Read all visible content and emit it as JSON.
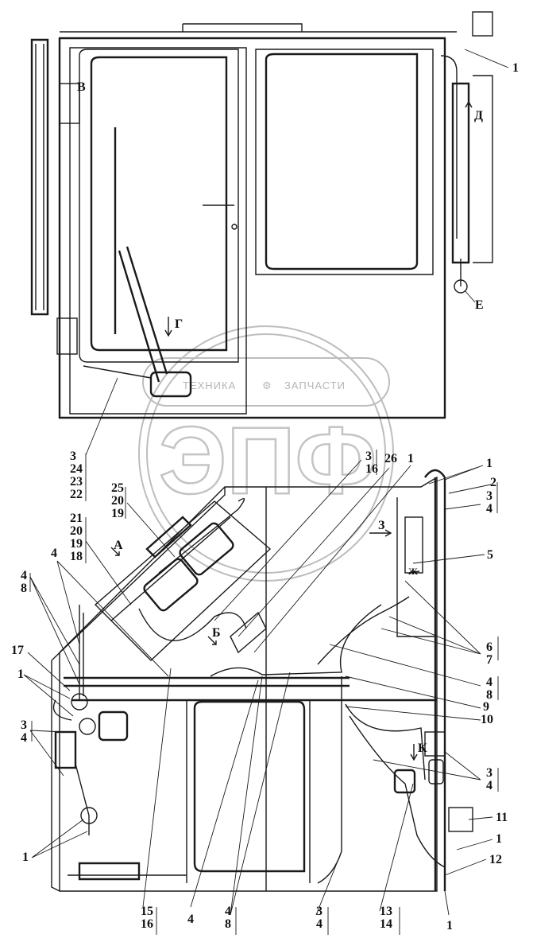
{
  "watermark": {
    "text_left": "ТЕХНИКА",
    "text_right": "ЗАПЧАСТИ",
    "logo": "ЭПФ"
  },
  "top_view": {
    "labels": {
      "v": "В",
      "one": "1",
      "d": "Д",
      "g": "Г",
      "e": "Е"
    },
    "stack_left": [
      "3",
      "24",
      "23",
      "22"
    ]
  },
  "bottom_view": {
    "s_3_16": [
      "3",
      "16"
    ],
    "n26": "26",
    "n1a": "1",
    "n1b": "1",
    "n2": "2",
    "s_3_4a": [
      "3",
      "4"
    ],
    "z": "З",
    "n5": "5",
    "zh": "Ж",
    "s_6_7": [
      "6",
      "7"
    ],
    "s_4_8a": [
      "4",
      "8"
    ],
    "n9": "9",
    "n10": "10",
    "k": "К",
    "s_3_4b": [
      "3",
      "4"
    ],
    "n11": "11",
    "n1c": "1",
    "n12": "12",
    "n1d": "1",
    "s_13_14": [
      "13",
      "14"
    ],
    "s_3_4c": [
      "3",
      "4"
    ],
    "s_4_8b": [
      "4",
      "8"
    ],
    "n4a": "4",
    "s_15_16": [
      "15",
      "16"
    ],
    "s_25_20_19": [
      "25",
      "20",
      "19"
    ],
    "s_21_20_19_18": [
      "21",
      "20",
      "19",
      "18"
    ],
    "a": "А",
    "n4b": "4",
    "s_4_8c": [
      "4",
      "8"
    ],
    "b": "Б",
    "n17": "17",
    "n1e": "1",
    "s_3_4d": [
      "3",
      "4"
    ],
    "n1f": "1"
  }
}
